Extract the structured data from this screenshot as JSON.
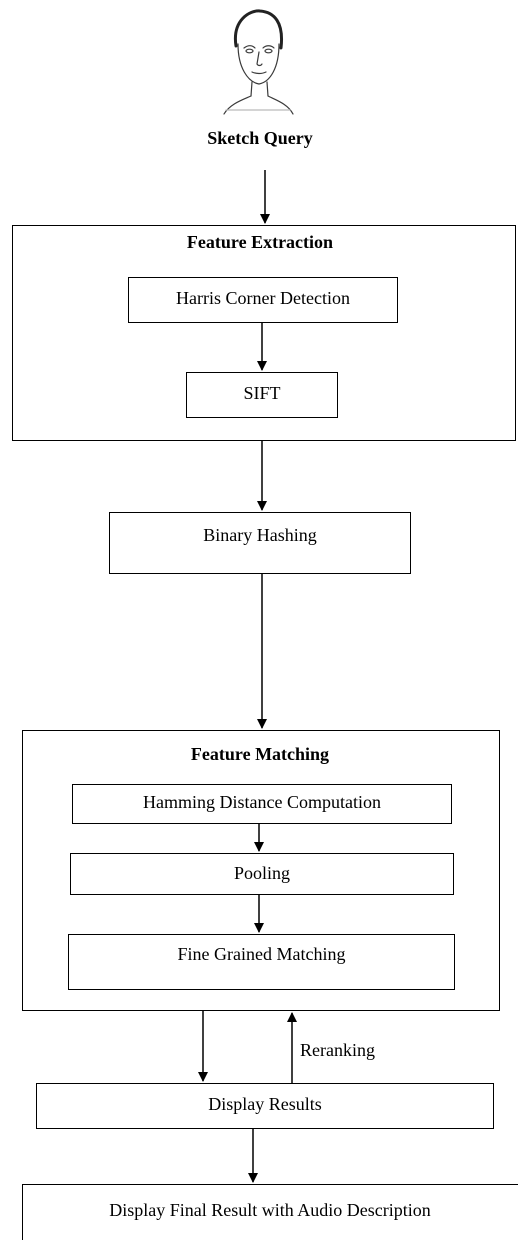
{
  "query": {
    "image": "sketch-face-icon",
    "label": "Sketch Query"
  },
  "feature_extraction": {
    "title": "Feature Extraction",
    "steps": [
      "Harris Corner Detection",
      "SIFT"
    ]
  },
  "hashing": {
    "label": "Binary Hashing"
  },
  "feature_matching": {
    "title": "Feature Matching",
    "steps": [
      "Hamming Distance Computation",
      "Pooling",
      "Fine Grained Matching"
    ]
  },
  "reranking": {
    "label": "Reranking"
  },
  "display_results": {
    "label": "Display Results"
  },
  "final_result": {
    "label": "Display Final Result with Audio Description"
  }
}
